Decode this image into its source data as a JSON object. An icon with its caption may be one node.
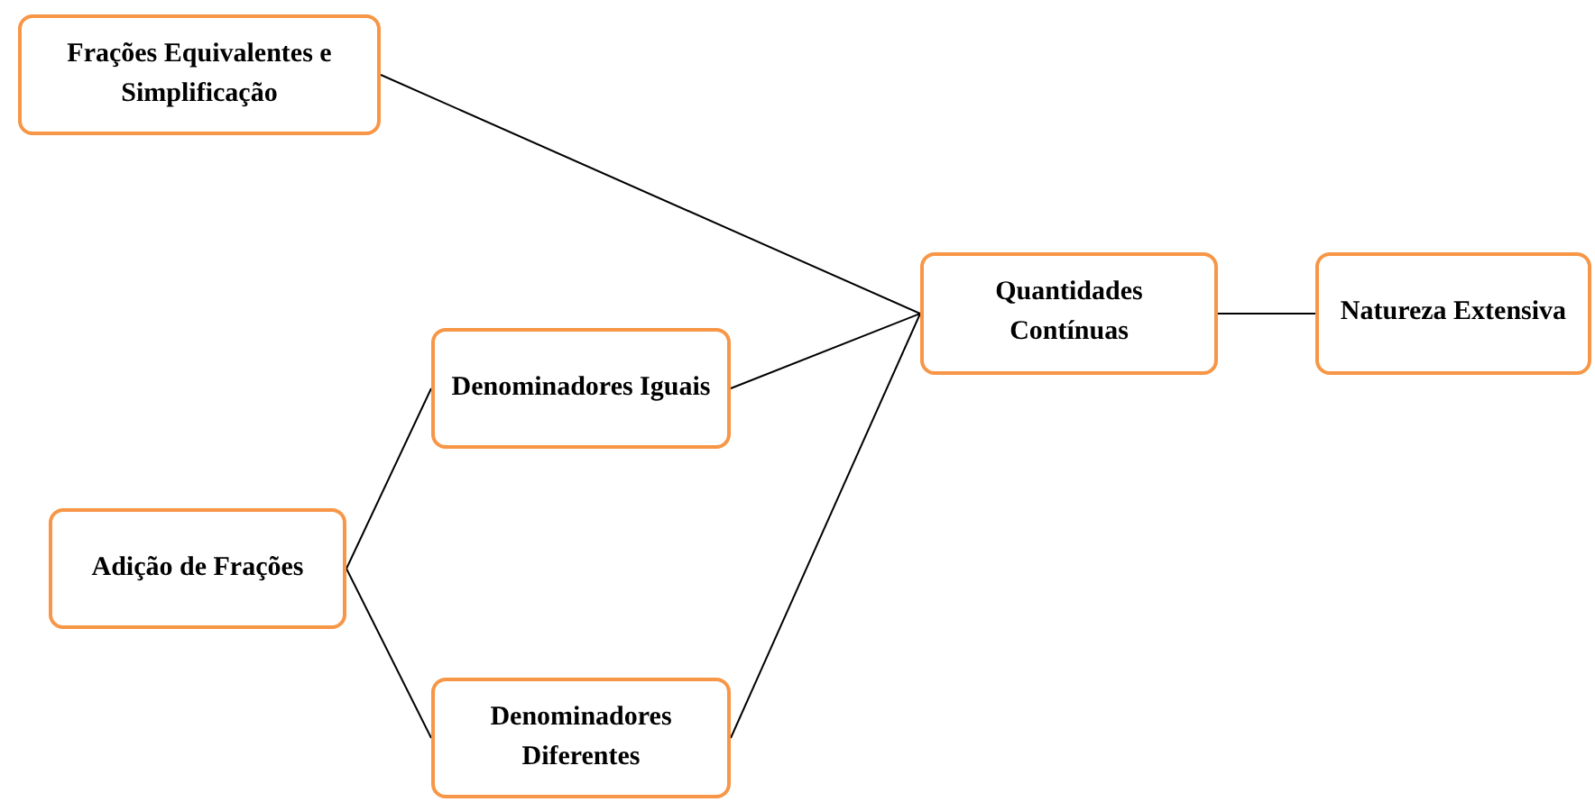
{
  "diagram": {
    "nodes": [
      {
        "text": [
          "Frações Equivalentes e Simplificação"
        ]
      },
      {
        "text": [
          "Quantidades Contínuas"
        ]
      },
      {
        "text": [
          "Natureza Extensiva"
        ]
      },
      {
        "text": [
          "Denominadores Iguais"
        ]
      },
      {
        "text": [
          "Adição de Frações"
        ]
      },
      {
        "text": [
          "Denominadores Diferentes"
        ]
      }
    ],
    "edges": [
      {
        "from": 0,
        "to": 1,
        "arrow": "none"
      },
      {
        "from": 3,
        "to": 1,
        "arrow": "none"
      },
      {
        "from": 5,
        "to": 1,
        "arrow": "none"
      },
      {
        "from": 1,
        "to": 2,
        "arrow": "none"
      },
      {
        "from": 4,
        "to": 3,
        "arrow": "none"
      },
      {
        "from": 4,
        "to": 5,
        "arrow": "none"
      }
    ]
  }
}
